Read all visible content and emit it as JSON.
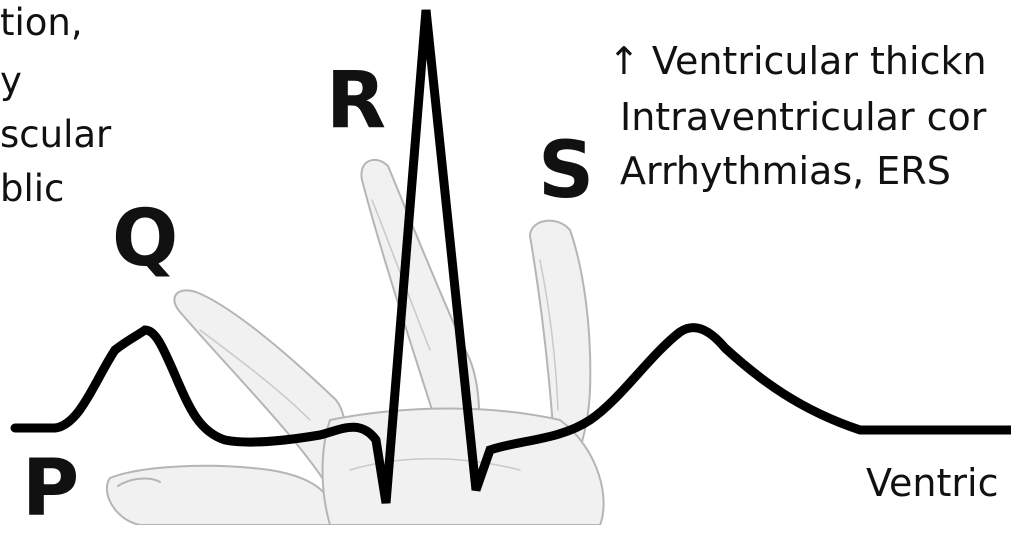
{
  "left_text": {
    "line1": "tion,",
    "line2": "y",
    "line3": "scular",
    "line4": "blic"
  },
  "wave_labels": {
    "p": "P",
    "q": "Q",
    "r": "R",
    "s": "S"
  },
  "right_text": {
    "line1": "↑ Ventricular thickn",
    "line2": "Intraventricular cor",
    "line3": "Arrhythmias, ERS"
  },
  "bottom_right_text": {
    "line1": "Ventric"
  },
  "colors": {
    "waveform": "#000000",
    "hand_sketch": "#b5b5b5",
    "text": "#111111"
  }
}
